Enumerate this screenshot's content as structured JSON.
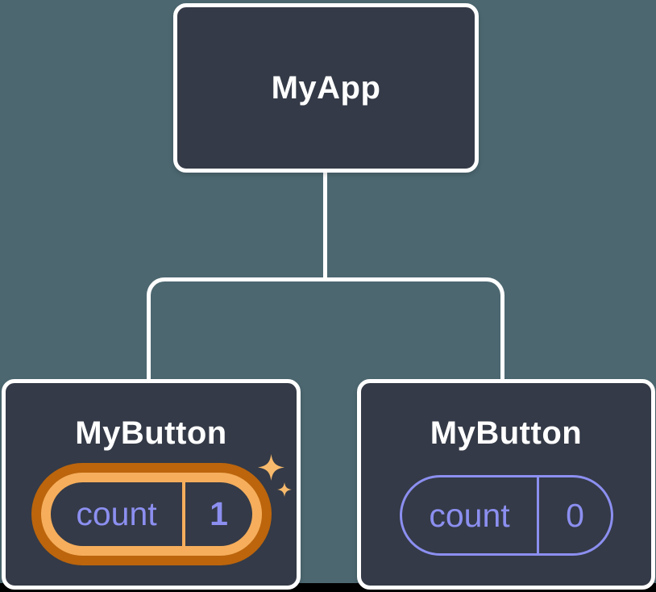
{
  "tree": {
    "root": {
      "label": "MyApp"
    },
    "children": [
      {
        "label": "MyButton",
        "state": {
          "name": "count",
          "value": "1"
        },
        "highlighted": true
      },
      {
        "label": "MyButton",
        "state": {
          "name": "count",
          "value": "0"
        },
        "highlighted": false
      }
    ]
  },
  "icons": {
    "sparkles": "sparkle-icon"
  },
  "colors": {
    "background": "#4C6770",
    "node_fill": "#343A47",
    "node_border": "#FFFFFF",
    "connector": "#FFFFFF",
    "state_text": "#8C8FF0",
    "state_outline": "#8C8FF0",
    "highlight_ring_outer": "#BC650C",
    "highlight_ring_inner": "#F6AE5C",
    "sparkle": "#F8BA6C"
  }
}
